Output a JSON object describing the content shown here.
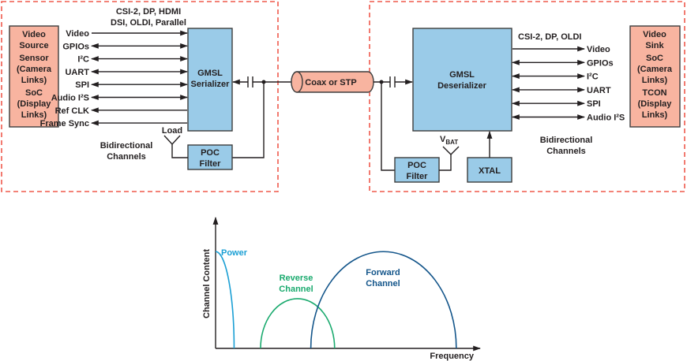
{
  "serializer_side": {
    "source_box": [
      "Video",
      "Source",
      "Sensor",
      "(Camera",
      "Links)",
      "SoC",
      "(Display",
      "Links)"
    ],
    "protocols": [
      "CSI-2, DP, HDMI",
      "DSI, OLDI, Parallel"
    ],
    "signals": [
      {
        "label": "Video",
        "dir": "in"
      },
      {
        "label": "GPIOs",
        "dir": "bi"
      },
      {
        "label": "I²C",
        "dir": "bi"
      },
      {
        "label": "UART",
        "dir": "bi"
      },
      {
        "label": "SPI",
        "dir": "bi"
      },
      {
        "label": "Audio I²S",
        "dir": "bi"
      },
      {
        "label": "Ref CLK",
        "dir": "out"
      },
      {
        "label": "Frame Sync",
        "dir": "out"
      }
    ],
    "chip": [
      "GMSL",
      "Serializer"
    ],
    "poc": [
      "POC",
      "Filter"
    ],
    "load_label": "Load",
    "bidir_label": [
      "Bidirectional",
      "Channels"
    ]
  },
  "cable_label": "Coax or STP",
  "deserializer_side": {
    "protocols": "CSI-2, DP, OLDI",
    "signals": [
      {
        "label": "Video",
        "dir": "out"
      },
      {
        "label": "GPIOs",
        "dir": "bi"
      },
      {
        "label": "I²C",
        "dir": "bi"
      },
      {
        "label": "UART",
        "dir": "bi"
      },
      {
        "label": "SPI",
        "dir": "bi"
      },
      {
        "label": "Audio I²S",
        "dir": "bi"
      }
    ],
    "chip": [
      "GMSL",
      "Deserializer"
    ],
    "poc": [
      "POC",
      "Filter"
    ],
    "vbat_main": "V",
    "vbat_sub": "BAT",
    "xtal": "XTAL",
    "bidir_label": [
      "Bidirectional",
      "Channels"
    ],
    "sink_box": [
      "Video",
      "Sink",
      "SoC",
      "(Camera",
      "Links)",
      "TCON",
      "(Display",
      "Links)"
    ]
  },
  "chart_data": {
    "type": "line",
    "title": "",
    "xlabel": "Frequency",
    "ylabel": "Channel Content",
    "xlim": [
      0,
      100
    ],
    "ylim": [
      0,
      100
    ],
    "grid": false,
    "series": [
      {
        "name": "Power",
        "color": "#1a9fd4",
        "shape": "quarter-decay",
        "x_start": 0,
        "x_end": 7,
        "peak": 74
      },
      {
        "name": "Reverse Channel",
        "color": "#1aaa6e",
        "shape": "arch",
        "x_start": 17,
        "x_end": 45,
        "peak": 38
      },
      {
        "name": "Forward Channel",
        "color": "#13558a",
        "shape": "arch",
        "x_start": 36,
        "x_end": 91,
        "peak": 74
      }
    ],
    "labels": {
      "power": "Power",
      "reverse": [
        "Reverse",
        "Channel"
      ],
      "forward": [
        "Forward",
        "Channel"
      ]
    }
  }
}
